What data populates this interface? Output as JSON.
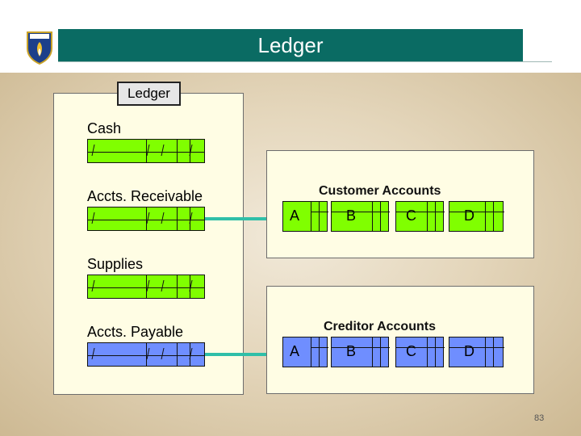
{
  "header": {
    "title": "Ledger",
    "logo_icon": "amity-university-crest-icon"
  },
  "ledger_tab": "Ledger",
  "ledger_accounts": [
    {
      "label": "Cash",
      "color": "#80ff00"
    },
    {
      "label": "Accts. Receivable",
      "color": "#80ff00"
    },
    {
      "label": "Supplies",
      "color": "#80ff00"
    },
    {
      "label": "Accts. Payable",
      "color": "#6f8eff"
    }
  ],
  "customer_accounts": {
    "title": "Customer Accounts",
    "letters": [
      "A",
      "B",
      "C",
      "D"
    ],
    "color": "#80ff00"
  },
  "creditor_accounts": {
    "title": "Creditor Accounts",
    "letters": [
      "A",
      "B",
      "C",
      "D"
    ],
    "color": "#6f8eff"
  },
  "connector_color": "#2fbfa8",
  "page_number": "83"
}
